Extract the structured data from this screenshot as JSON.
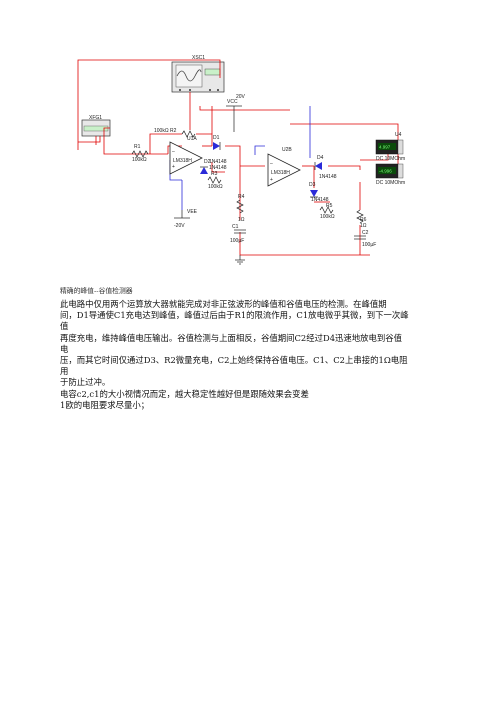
{
  "schematic": {
    "xsc1": "XSC1",
    "xfg1": "XFG1",
    "vcc": "VCC",
    "vcc_val": "20V",
    "vee": "VEE",
    "vee_val": "-20V",
    "r2": "100kΩ R2",
    "r1": "R1",
    "r1_val": "100kΩ",
    "u1a": "U1A",
    "u1a_part": "LM318H",
    "d1": "D1",
    "d1_part": "1N4148",
    "d2": "D2",
    "d2_part": "1N4148",
    "r3": "R3",
    "r3_val": "100kΩ",
    "r4": "R4",
    "r4_val": "1Ω",
    "c1": "C1",
    "c1_val": "100µF",
    "u2b": "U2B",
    "u2b_part": "LM318H",
    "d4": "D4",
    "d4_part": "1N4148",
    "d3": "D3",
    "d3_part": "1N4148",
    "r5": "R5",
    "r5_val": "100kΩ",
    "r6": "R6",
    "r6_val": "1Ω",
    "c2": "C2",
    "c2_val": "100µF",
    "u4": "U4",
    "u4_reading": "4.997",
    "u4_label": "DC 10MOhm",
    "u5_reading": "-4.996",
    "u5_label": "DC 10MOhm"
  },
  "caption": "精确的峰值--谷值检测器",
  "paragraph": [
    "此电路中仅用两个运算放大器就能完成对非正弦波形的峰值和谷值电压的检测。在峰值期",
    "间，D1导通使C1充电达到峰值，峰值过后由于R1的限流作用，C1放电微乎其微，到下一次峰",
    "值",
    "再度充电，维持峰值电压输出。谷值检测与上面相反，谷值期间C2经过D4迅速地放电到谷值",
    "电",
    "压，而其它时间仅通过D3、R2微量充电，C2上始终保持谷值电压。C1、C2上串接的1Ω电阻",
    "用",
    "于防止过冲。",
    "电容c2,c1的大小视情况而定，越大稳定性越好但是跟随效果会变差",
    "1欧的电阻要求尽量小；"
  ]
}
